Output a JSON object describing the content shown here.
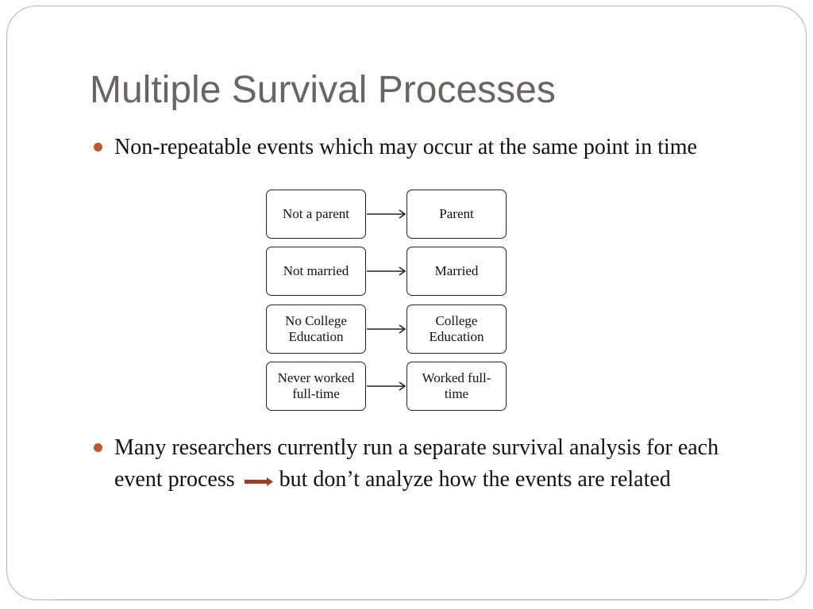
{
  "slide": {
    "title": "Multiple Survival Processes",
    "bullets": [
      {
        "text": "Non-repeatable events which may occur at the same point in time"
      },
      {
        "text_before": "Many researchers currently run a separate survival analysis for each event process",
        "text_after": "but don’t analyze how the events are related"
      }
    ],
    "colors": {
      "title": "#6b6461",
      "bullet": "#c0542b",
      "inline_arrow": "#a63a1e"
    }
  },
  "diagram": {
    "rows": [
      {
        "from": "Not a parent",
        "to": "Parent"
      },
      {
        "from": "Not married",
        "to": "Married"
      },
      {
        "from": "No College Education",
        "to": "College Education"
      },
      {
        "from": "Never worked full-time",
        "to": "Worked full-time"
      }
    ]
  }
}
